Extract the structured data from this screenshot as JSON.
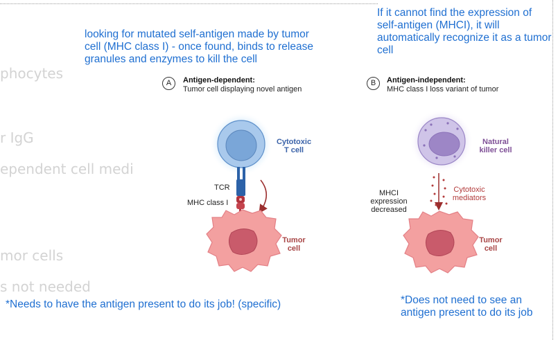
{
  "background_fragments": [
    "phocytes",
    "r IgG",
    "ependent cell medi",
    "mor cells",
    "s not needed"
  ],
  "notes": {
    "left_top": "looking for mutated self-antigen made by tumor cell (MHC class I) - once found, binds to release granules and enzymes to kill the cell",
    "right_top": "If it cannot find the expression of self-antigen (MHCI), it will automatically recognize it as a tumor cell",
    "left_bottom": "*Needs to have the antigen present to do its job! (specific)",
    "right_bottom": "*Does not need to see an antigen present to do its job"
  },
  "panel_a": {
    "marker": "A",
    "title": "Antigen-dependent:",
    "subtitle": "Tumor cell displaying novel antigen",
    "effector_label": [
      "Cytotoxic",
      "T cell"
    ],
    "tcr_label": "TCR",
    "mhc_label": "MHC class I",
    "target_label": [
      "Tumor",
      "cell"
    ]
  },
  "panel_b": {
    "marker": "B",
    "title": "Antigen-independent:",
    "subtitle": "MHC class I loss variant of tumor",
    "effector_label": [
      "Natural",
      "killer cell"
    ],
    "mhc_label": [
      "MHCI",
      "expression",
      "decreased"
    ],
    "mediator_label": [
      "Cytotoxic",
      "mediators"
    ],
    "target_label": [
      "Tumor",
      "cell"
    ]
  },
  "colors": {
    "note_text": "#1f6fd1",
    "t_cell": "#a9c9ec",
    "nk_cell": "#cfc4e8",
    "tumor": "#f3a0a0",
    "tumor_nucleus": "#c95b6b",
    "tcr": "#2c62a8",
    "mhc": "#b2333d"
  }
}
